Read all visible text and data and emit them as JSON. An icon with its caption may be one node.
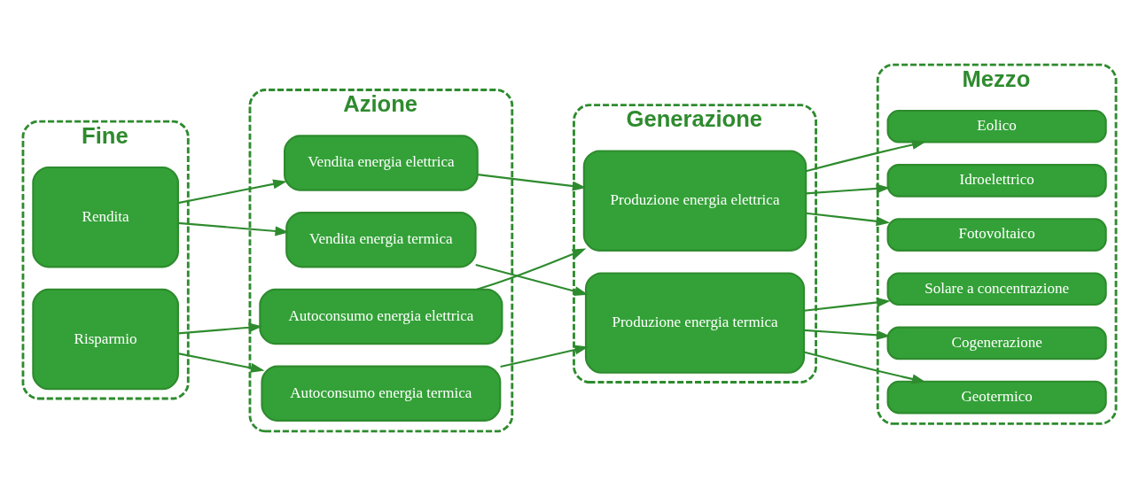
{
  "diagram": {
    "nodes": [
      {
        "text": [
          "Fine"
        ]
      },
      {
        "text": [
          "Rendita"
        ],
        "in": 0
      },
      {
        "text": [
          "Risparmio"
        ],
        "in": 0
      },
      {
        "text": [
          "Azione"
        ]
      },
      {
        "text": [
          "Vendita energia elettrica"
        ],
        "in": 3
      },
      {
        "text": [
          "Vendita energia termica"
        ],
        "in": 3
      },
      {
        "text": [
          "Autoconsumo energia elettrica"
        ],
        "in": 3
      },
      {
        "text": [
          "Autoconsumo energia termica"
        ],
        "in": 3
      },
      {
        "text": [
          "Generazione"
        ]
      },
      {
        "text": [
          "Produzione energia elettrica"
        ],
        "in": 8
      },
      {
        "text": [
          "Produzione energia termica"
        ],
        "in": 8
      },
      {
        "text": [
          "Mezzo"
        ]
      },
      {
        "text": [
          "Eolico"
        ],
        "in": 11
      },
      {
        "text": [
          "Idroelettrico"
        ],
        "in": 11
      },
      {
        "text": [
          "Fotovoltaico"
        ],
        "in": 11
      },
      {
        "text": [
          "Solare a concentrazione"
        ],
        "in": 11
      },
      {
        "text": [
          "Cogenerazione"
        ],
        "in": 11
      },
      {
        "text": [
          "Geotermico"
        ],
        "in": 11
      }
    ],
    "edges": [
      {
        "from": 1,
        "to": 4,
        "arrow": "to"
      },
      {
        "from": 1,
        "to": 5,
        "arrow": "to"
      },
      {
        "from": 2,
        "to": 6,
        "arrow": "to"
      },
      {
        "from": 2,
        "to": 7,
        "arrow": "to"
      },
      {
        "from": 4,
        "to": 9,
        "arrow": "to"
      },
      {
        "from": 5,
        "to": 10,
        "arrow": "to"
      },
      {
        "from": 6,
        "to": 9,
        "arrow": "to"
      },
      {
        "from": 7,
        "to": 10,
        "arrow": "to"
      },
      {
        "from": 9,
        "to": 12,
        "arrow": "to"
      },
      {
        "from": 9,
        "to": 13,
        "arrow": "to"
      },
      {
        "from": 9,
        "to": 14,
        "arrow": "to"
      },
      {
        "from": 10,
        "to": 15,
        "arrow": "to"
      },
      {
        "from": 10,
        "to": 16,
        "arrow": "to"
      },
      {
        "from": 10,
        "to": 17,
        "arrow": "to"
      }
    ]
  }
}
